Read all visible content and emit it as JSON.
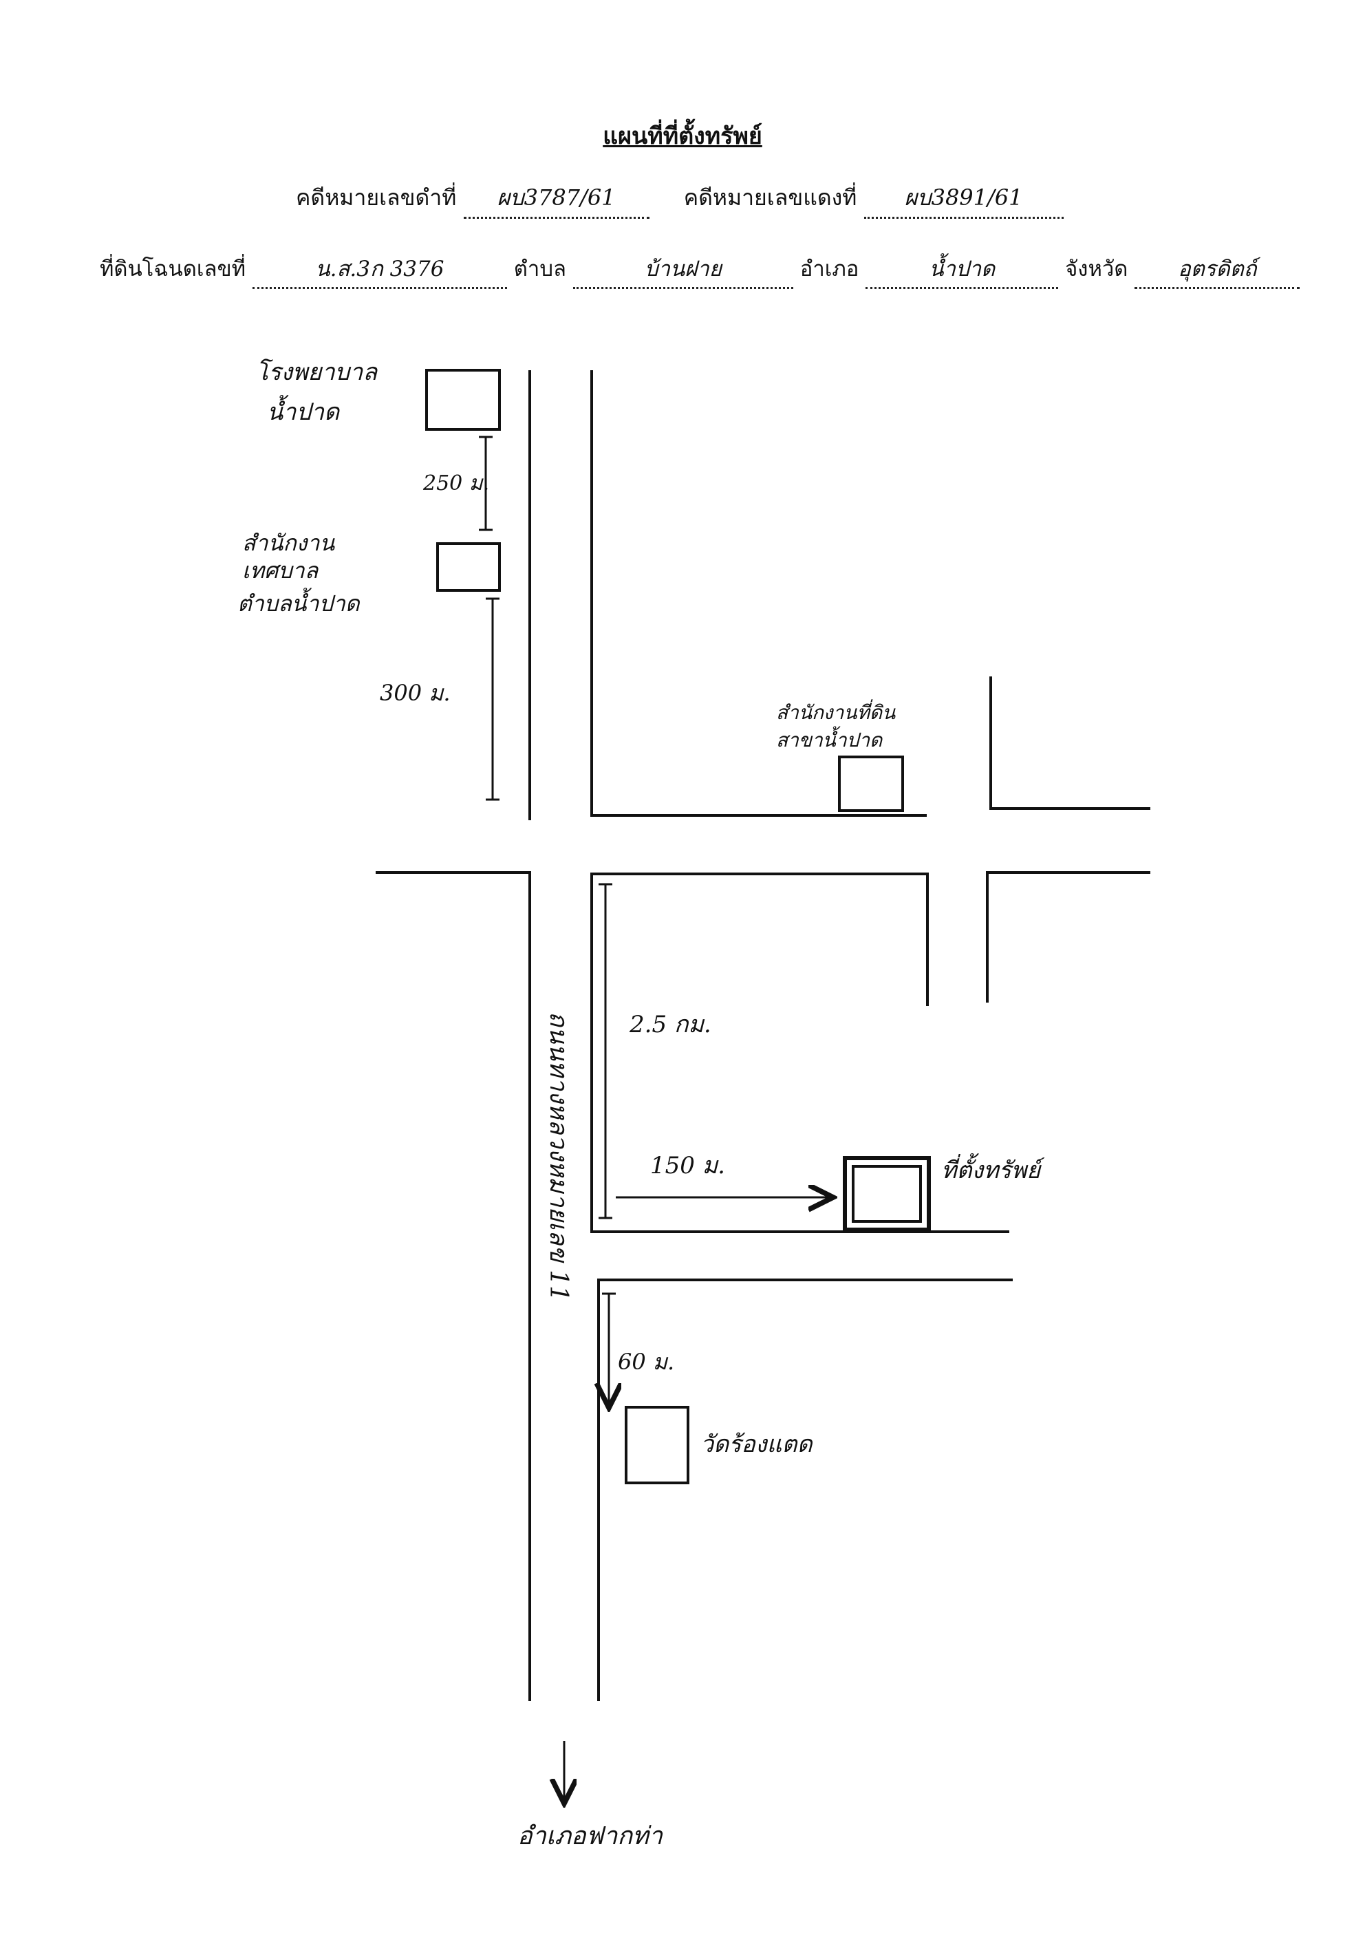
{
  "header": {
    "title": "แผนที่ที่ตั้งทรัพย์",
    "black_case_label": "คดีหมายเลขดำที่",
    "black_case_value": "ผบ3787/61",
    "red_case_label": "คดีหมายเลขแดงที่",
    "red_case_value": "ผบ3891/61",
    "deed_label": "ที่ดินโฉนดเลขที่",
    "deed_value": "น.ส.3ก 3376",
    "subdistrict_label": "ตำบล",
    "subdistrict_value": "บ้านฝาย",
    "district_label": "อำเภอ",
    "district_value": "น้ำปาด",
    "province_label": "จังหวัด",
    "province_value": "อุตรดิตถ์"
  },
  "map": {
    "hospital_line1": "โรงพยาบาล",
    "hospital_line2": "น้ำปาด",
    "dist_hospital_office": "250 ม.",
    "office_line1": "สำนักงาน",
    "office_line2": "เทศบาล",
    "office_line3": "ตำบลน้ำปาด",
    "dist_office_junction": "300 ม.",
    "land_office_line1": "สำนักงานที่ดิน",
    "land_office_line2": "สาขาน้ำปาด",
    "dist_main_road": "2.5 กม.",
    "dist_to_property": "150 ม.",
    "property_label": "ที่ตั้งทรัพย์",
    "road_name": "ถนนทางหลวงหมายเลข 11",
    "dist_temple": "60 ม.",
    "temple_label": "วัดร้องแตด",
    "direction_label": "อำเภอฟากท่า"
  }
}
